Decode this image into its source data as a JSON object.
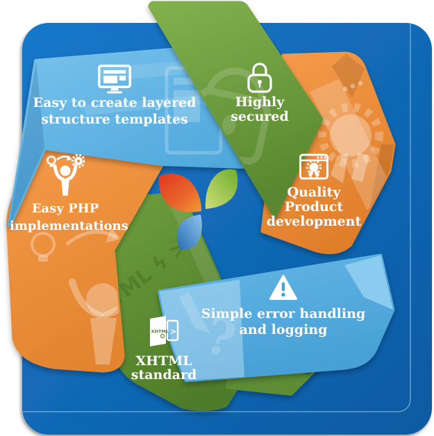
{
  "canvas": {
    "background": "#ffffff"
  },
  "panel": {
    "fill_top": "#1878ca",
    "fill_bottom": "#0b5aa2",
    "inset_line_color": "rgba(190,225,252,0.5)"
  },
  "ribbons": {
    "light_blue": "#57b0e2",
    "green": "#6fa03c",
    "orange": "#f0923e"
  },
  "logo": {
    "name": "yii-logo",
    "petal_red": "#e5472a",
    "petal_green": "#7cb534",
    "petal_blue": "#2a6cb5"
  },
  "features": [
    {
      "id": "layered-templates",
      "icon": "monitor-icon",
      "ribbon": "light-blue",
      "lines": [
        "Easy to create layered",
        "structure templates"
      ]
    },
    {
      "id": "highly-secured",
      "icon": "padlock-icon",
      "ribbon": "green",
      "lines": [
        "Highly",
        "secured"
      ]
    },
    {
      "id": "quality-product",
      "icon": "browser-award-icon",
      "ribbon": "orange",
      "lines": [
        "Quality",
        "Product",
        "development"
      ]
    },
    {
      "id": "error-handling",
      "icon": "warning-triangle-icon",
      "ribbon": "light-blue",
      "lines": [
        "Simple error handling",
        "and logging"
      ]
    },
    {
      "id": "xhtml-standard",
      "icon": "xhtml-document-icon",
      "ribbon": "green",
      "lines": [
        "XHTML",
        "standard"
      ],
      "icon_text": "XHTML",
      "icon_arrow": ">"
    },
    {
      "id": "php-implementations",
      "icon": "php-person-icon",
      "ribbon": "orange",
      "lines": [
        "Easy PHP",
        "implementations"
      ]
    }
  ],
  "watermarks": {
    "xhtml_band": "XHTML ϟ >",
    "question_mark": "?"
  }
}
